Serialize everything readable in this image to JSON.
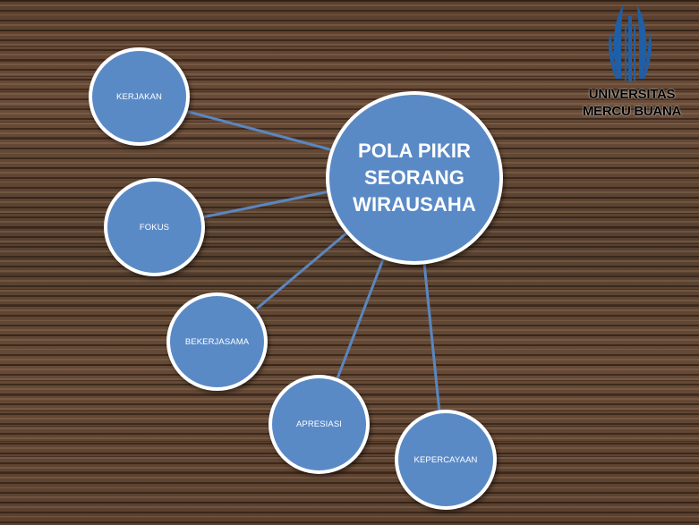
{
  "center": {
    "label": "POLA PIKIR\nSEORANG\nWIRAUSAHA"
  },
  "nodes": [
    {
      "id": "kerjakan",
      "label": "KERJAKAN"
    },
    {
      "id": "fokus",
      "label": "FOKUS"
    },
    {
      "id": "bekerjasama",
      "label": "BEKERJASAMA"
    },
    {
      "id": "apresiasi",
      "label": "APRESIASI"
    },
    {
      "id": "kepercayaan",
      "label": "KEPERCAYAAN"
    }
  ],
  "logo": {
    "line1": "UNIVERSITAS",
    "line2": "MERCU BUANA"
  },
  "colors": {
    "node_fill": "#5a8ac6",
    "node_border": "#ffffff",
    "connector": "#5b86bf",
    "logo_blue": "#1f5fa8"
  }
}
